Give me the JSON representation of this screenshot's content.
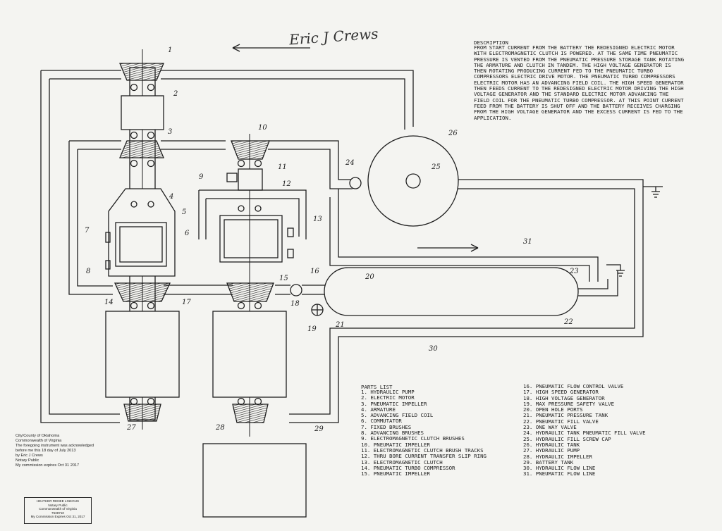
{
  "signature": "Eric J Crews",
  "description": {
    "heading": "DESCRIPTION",
    "body": "FROM START CURRENT FROM THE BATTERY THE REDESIGNED ELECTRIC MOTOR WITH ELECTROMAGNETIC CLUTCH IS POWERED. AT THE SAME TIME PNEUMATIC PRESSURE IS VENTED FROM THE PNEUMATIC PRESSURE STORAGE TANK ROTATING THE ARMATURE AND CLUTCH IN TANDEM. THE HIGH VOLTAGE GENERATOR IS THEN ROTATING PRODUCING CURRENT FED TO THE PNEUMATIC TURBO COMPRESSORS ELECTRIC DRIVE MOTOR. THE PNEUMATIC TURBO COMPRESSORS ELECTRIC MOTOR HAS AN ADVANCING FIELD COIL. THE HIGH SPEED GENERATOR THEN FEEDS CURRENT TO THE REDESIGNED ELECTRIC MOTOR DRIVING THE HIGH VOLTAGE GENERATOR AND THE STANDARD ELECTRIC MOTOR ADVANCING THE FIELD COIL FOR THE PNEUMATIC TURBO COMPRESSOR. AT THIS POINT CURRENT FEED FROM THE BATTERY IS SHUT OFF AND THE BATTERY RECEIVES CHARGING FROM THE HIGH VOLTAGE GENERATOR AND THE EXCESS CURRENT IS FED TO THE APPLICATION."
  },
  "parts_list": {
    "heading": "PARTS LIST",
    "items": [
      "1. HYDRAULIC PUMP",
      "2. ELECTRIC MOTOR",
      "3. PNEUMATIC IMPELLER",
      "4. ARMATURE",
      "5. ADVANCING FIELD COIL",
      "6. COMMUTATOR",
      "7. FIXED BRUSHES",
      "8. ADVANCING BRUSHES",
      "9. ELECTROMAGNETIC CLUTCH BRUSHES",
      "10. PNEUMATIC IMPELLER",
      "11. ELECTROMAGNETIC CLUTCH BRUSH TRACKS",
      "12. THRU BORE CURRENT TRANSFER SLIP RING",
      "13. ELECTROMAGNETIC CLUTCH",
      "14. PNEUMATIC TURBO COMPRESSOR",
      "15. PNEUMATIC IMPELLER",
      "16. PNEUMATIC FLOW CONTROL VALVE",
      "17. HIGH SPEED GENERATOR",
      "18. HIGH VOLTAGE GENERATOR",
      "19. MAX PRESSURE SAFETY VALVE",
      "20. OPEN HOLE PORTS",
      "21. PNEUMATIC PRESSURE TANK",
      "22. PNEUMATIC FILL VALVE",
      "23. ONE WAY VALVE",
      "24. HYDRAULIC TANK PNEUMATIC FILL VALVE",
      "25. HYDRAULIC FILL SCREW CAP",
      "26. HYDRAULIC TANK",
      "27. HYDRAULIC PUMP",
      "28. HYDRAULIC IMPELLER",
      "29. BATTERY TANK",
      "30. HYDRAULIC FLOW LINE",
      "31. PNEUMATIC FLOW LINE"
    ]
  },
  "callouts": [
    "1",
    "2",
    "3",
    "4",
    "5",
    "6",
    "7",
    "8",
    "9",
    "10",
    "11",
    "12",
    "13",
    "14",
    "15",
    "16",
    "17",
    "18",
    "19",
    "20",
    "21",
    "22",
    "23",
    "24",
    "25",
    "26",
    "27",
    "28",
    "29",
    "30",
    "31"
  ],
  "notary": {
    "line1": "City/County of Oklahoma",
    "line2": "Commonwealth of Virginia",
    "line3": "The foregoing instrument was acknowledged",
    "line4": "before me this 18 day of July 2013",
    "line5": "by Eric J Crews",
    "line6": "Notary Public",
    "line7": "My commission expires Oct 31 2017",
    "stamp1": "HEATHER RENEE LINKOUS",
    "stamp2": "Notary Public",
    "stamp3": "Commonwealth of Virginia",
    "stamp4": "7538710",
    "stamp5": "My Commission Expires Oct 31, 2017"
  },
  "colors": {
    "ink": "#1a1a1a",
    "paper": "#f4f4f1"
  }
}
